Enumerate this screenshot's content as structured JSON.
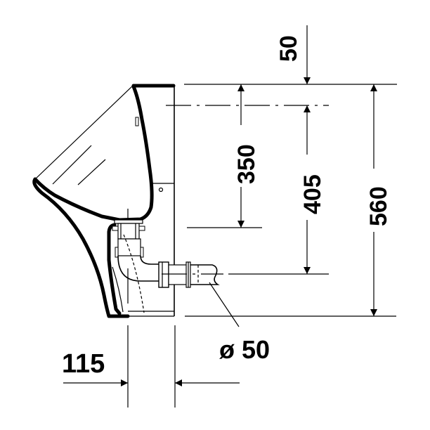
{
  "drawing": {
    "subject": "Wall-mounted urinal side view with dimensions",
    "colors": {
      "line": "#000000",
      "background": "#ffffff"
    }
  },
  "dimensions": {
    "top_offset": "50",
    "inlet_height": "350",
    "outlet_height": "405",
    "total_height": "560",
    "wall_depth": "115",
    "outlet_diameter": "ø 50"
  }
}
